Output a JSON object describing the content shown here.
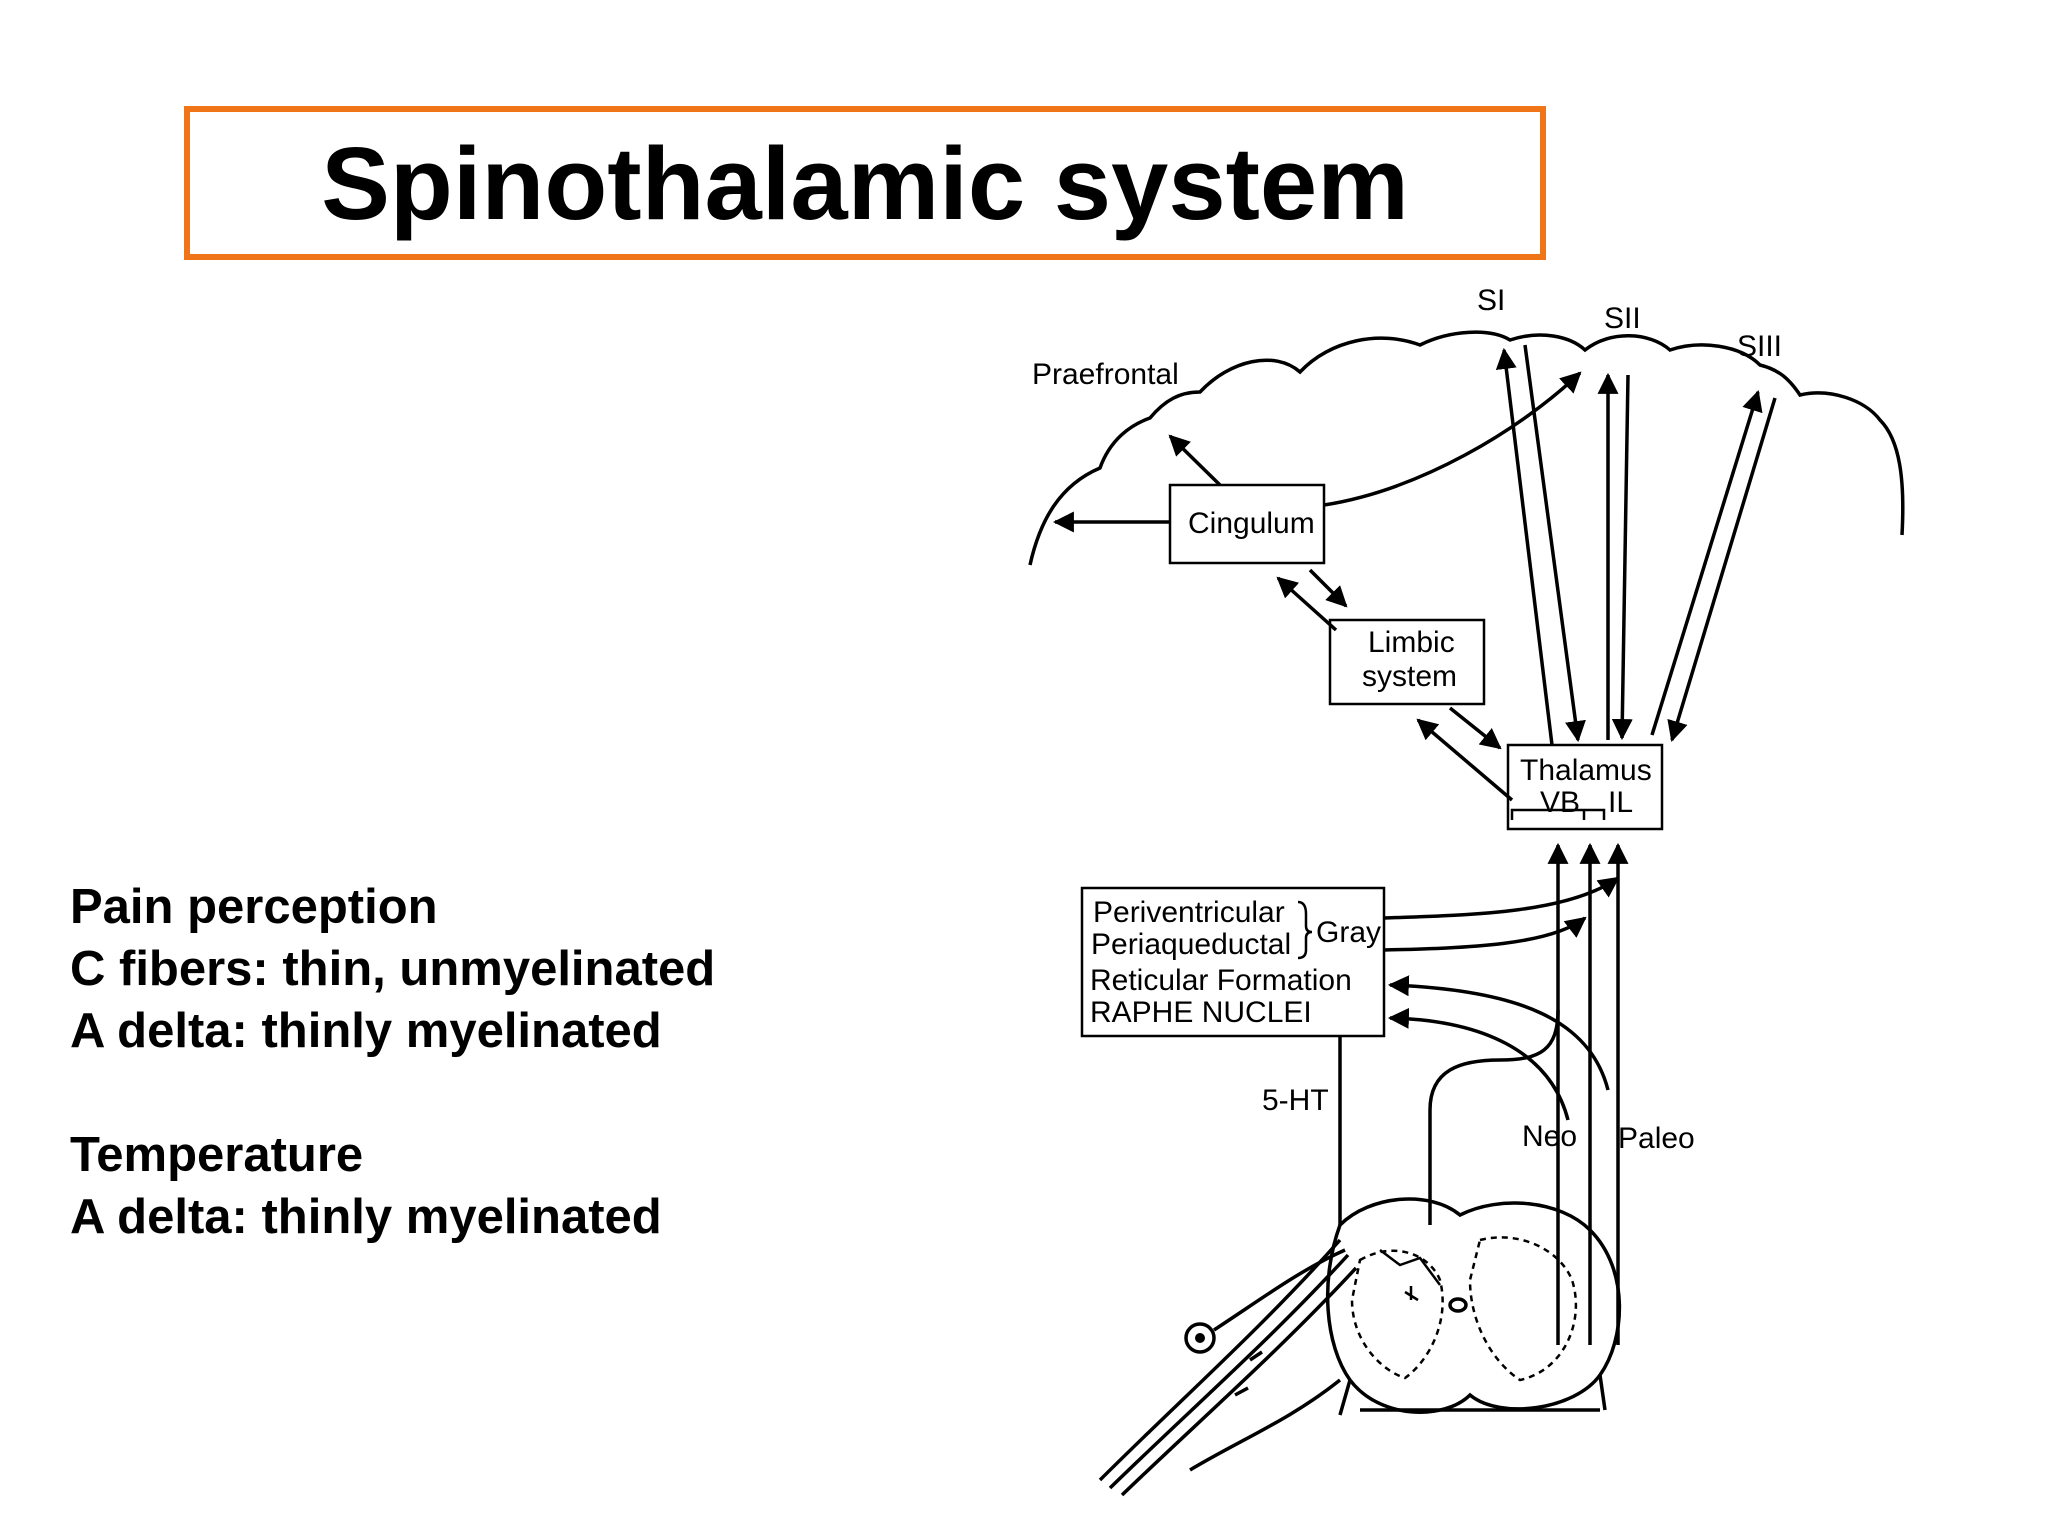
{
  "title": "Spinothalamic system",
  "notes": {
    "pain_heading": "Pain perception",
    "pain_line1": "C fibers: thin, unmyelinated",
    "pain_line2": "A delta: thinly myelinated",
    "temp_heading": "Temperature",
    "temp_line1": "A delta: thinly myelinated"
  },
  "diagram": {
    "cortex_labels": {
      "praefrontal": "Praefrontal",
      "si": "SI",
      "sii": "SII",
      "siii": "SIII"
    },
    "cingulum": "Cingulum",
    "limbic_line1": "Limbic",
    "limbic_line2": "system",
    "thalamus": "Thalamus",
    "vb": "VB",
    "il": "IL",
    "brainstem": {
      "periventricular": "Periventricular",
      "periaqueductal": "Periaqueductal",
      "gray": "Gray",
      "reticular": "Reticular Formation",
      "raphe": "RAPHE NUCLEI"
    },
    "ht": "5-HT",
    "neo": "Neo",
    "paleo": "Paleo"
  },
  "colors": {
    "title_border": "#f07418",
    "text": "#000000",
    "background": "#ffffff"
  }
}
